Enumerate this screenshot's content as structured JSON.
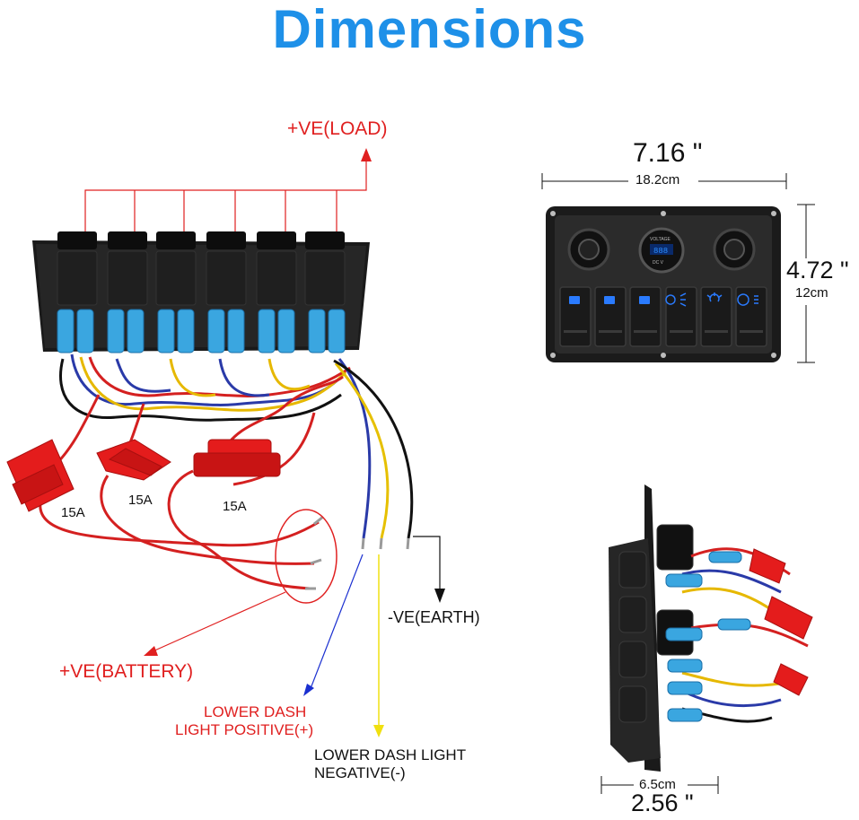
{
  "title": "Dimensions",
  "labels": {
    "load": "+VE(LOAD)",
    "battery": "+VE(BATTERY)",
    "earth": "-VE(EARTH)",
    "lower_pos_line1": "LOWER DASH",
    "lower_pos_line2": "LIGHT POSITIVE(+)",
    "lower_neg_line1": "LOWER DASH LIGHT",
    "lower_neg_line2": "NEGATIVE(-)",
    "fuse1": "15A",
    "fuse2": "15A",
    "fuse3": "15A"
  },
  "dimensions": {
    "width_in": "7.16 \"",
    "width_cm": "18.2cm",
    "height_in": "4.72 \"",
    "height_cm": "12cm",
    "depth_cm": "6.5cm",
    "depth_in": "2.56 \""
  },
  "panel": {
    "voltmeter_label": "VOLTAGE",
    "voltmeter_sub": "DC   V"
  },
  "colors": {
    "title": "#1e90e8",
    "label_red": "#e02020",
    "arrow_blue": "#1a2fd0",
    "arrow_yellow": "#f0e010"
  }
}
